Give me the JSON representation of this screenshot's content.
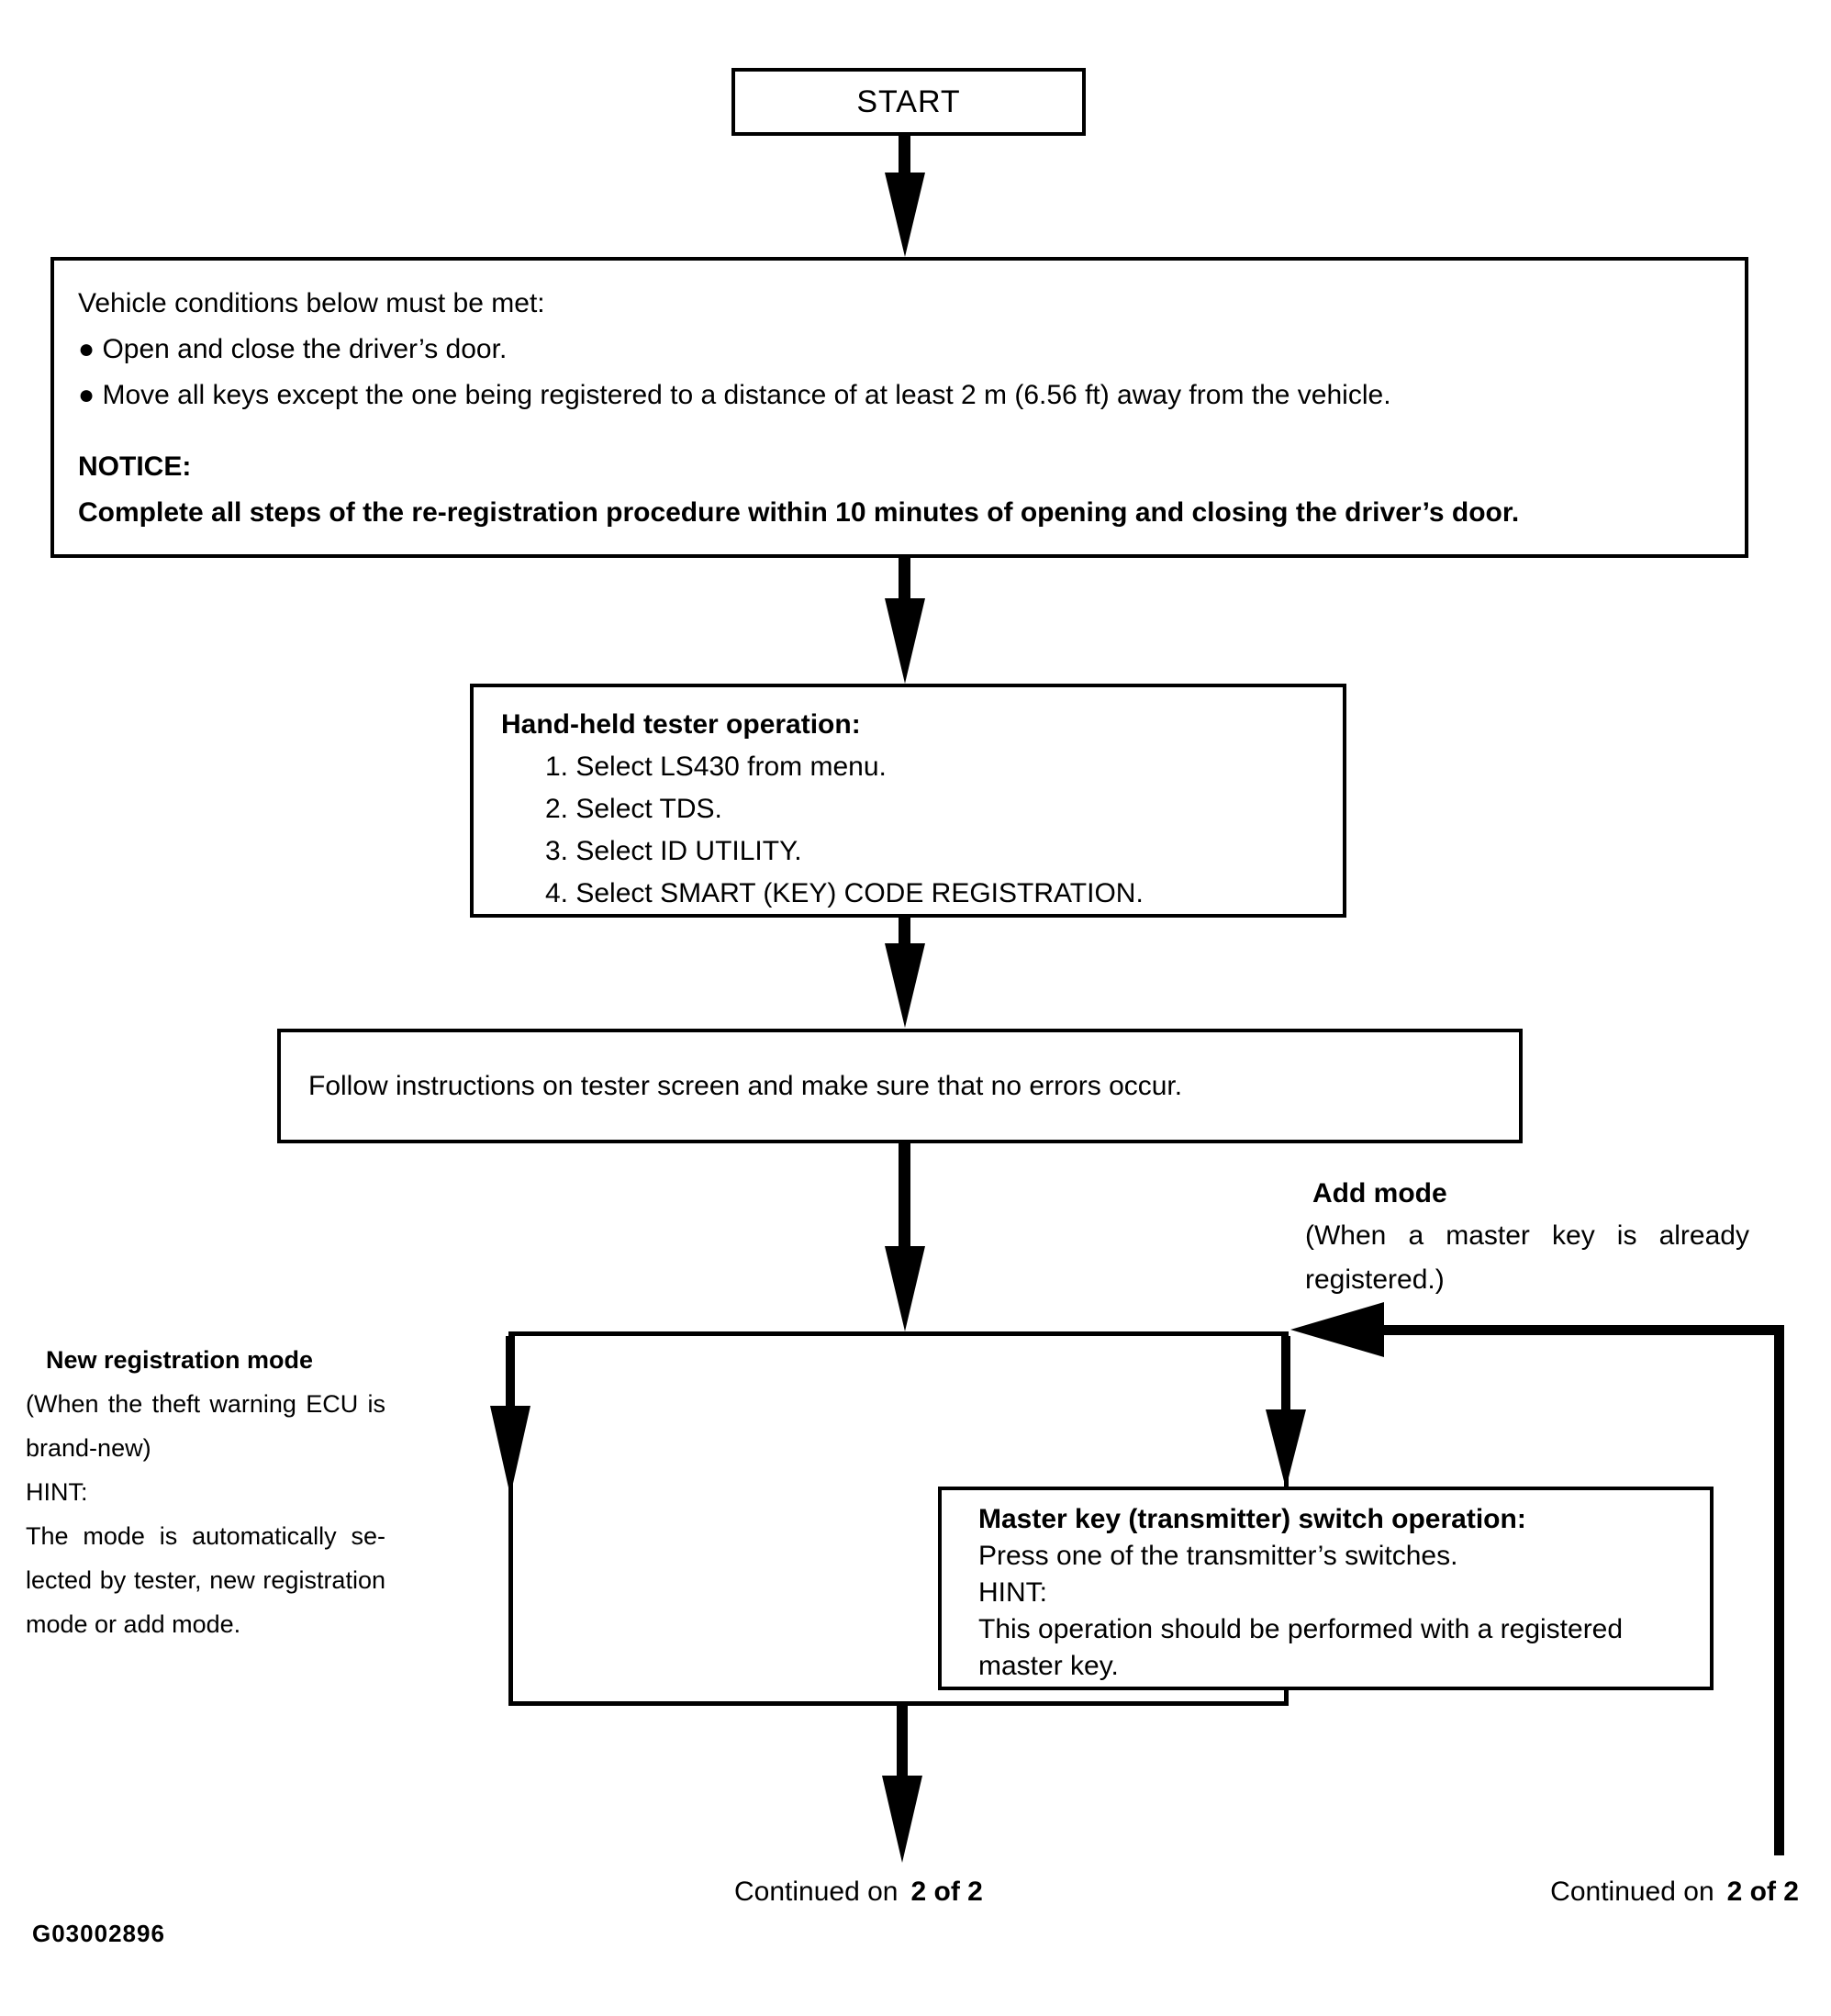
{
  "page": {
    "colors": {
      "line": "#000000",
      "background": "#ffffff"
    }
  },
  "flowchart": {
    "start": {
      "label": "START"
    },
    "conditions": {
      "intro": "Vehicle conditions below must be met:",
      "bullets": [
        "● Open and close the driver’s door.",
        "● Move all keys except the one being registered to a distance of at least 2 m (6.56 ft) away from the vehicle."
      ],
      "notice_label": "NOTICE:",
      "notice_text": "Complete all steps of the re-registration procedure within 10 minutes of opening and closing the driver’s door."
    },
    "tester": {
      "title": "Hand-held tester operation:",
      "steps": [
        "1. Select LS430 from menu.",
        "2. Select TDS.",
        "3. Select ID UTILITY.",
        "4. Select SMART (KEY) CODE REGISTRATION."
      ]
    },
    "follow": {
      "text": "Follow instructions on tester screen and make sure that no errors occur."
    },
    "add_mode": {
      "title": "Add mode",
      "lines": [
        "(When a master key is already",
        "registered.)"
      ]
    },
    "new_registration": {
      "title": "New registration mode",
      "lines": [
        "(When the theft warning ECU is",
        "brand-new)",
        "HINT:",
        "The mode is automatically se-",
        "lected by tester, new registration",
        "mode or add mode."
      ]
    },
    "master_key": {
      "title": "Master key (transmitter) switch operation:",
      "lines": [
        "Press one of the transmitter’s switches.",
        "HINT:",
        "This operation should be performed with a registered",
        "master key."
      ]
    },
    "continued_left": {
      "prefix": "Continued on",
      "page": "2 of 2"
    },
    "continued_right": {
      "prefix": "Continued on",
      "page": "2 of 2"
    },
    "figure_id": "G03002896"
  }
}
